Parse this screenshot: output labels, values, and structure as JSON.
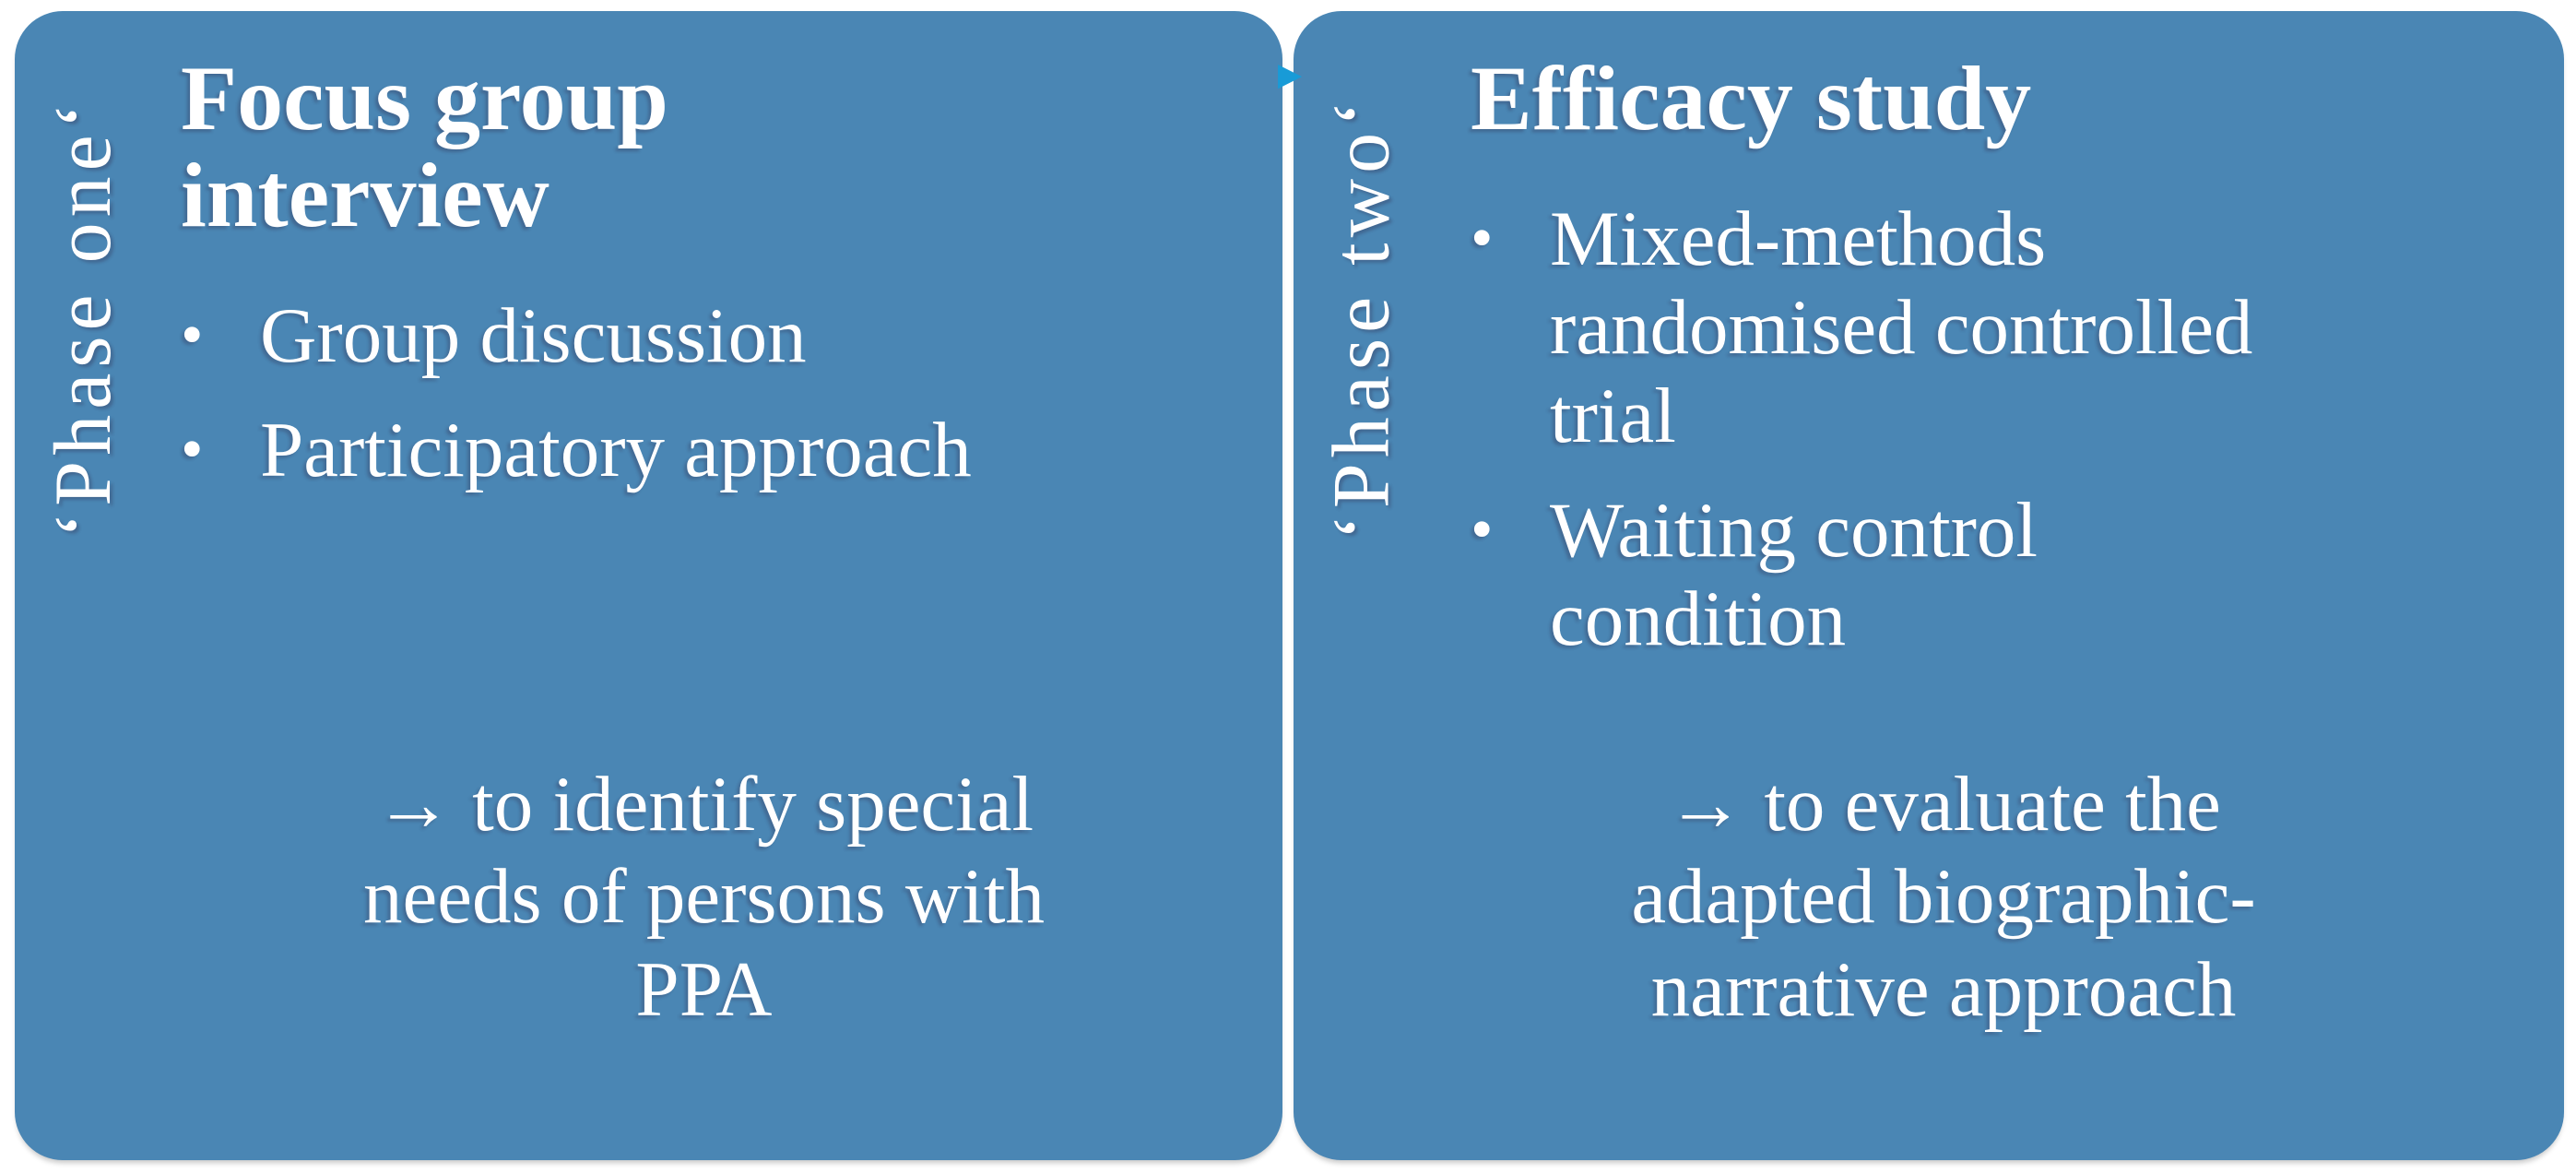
{
  "colors": {
    "box_fill": "#4a86b4",
    "text": "#ffffff",
    "connector": "#189bd7",
    "background": "#ffffff"
  },
  "ui": {
    "bullet_char": "•"
  },
  "connector": {
    "symbol": "▶"
  },
  "phases": [
    {
      "side_label": "‘Phase one‘",
      "title": "Focus group\ninterview",
      "bullets": [
        "Group discussion",
        "Participatory approach"
      ],
      "outcome": "→ to identify special\nneeds of persons with\nPPA"
    },
    {
      "side_label": "‘Phase two‘",
      "title": "Efficacy study",
      "bullets": [
        "Mixed-methods\nrandomised controlled\ntrial",
        "Waiting control\ncondition"
      ],
      "outcome": "→ to evaluate the\nadapted biographic-\nnarrative approach"
    }
  ]
}
